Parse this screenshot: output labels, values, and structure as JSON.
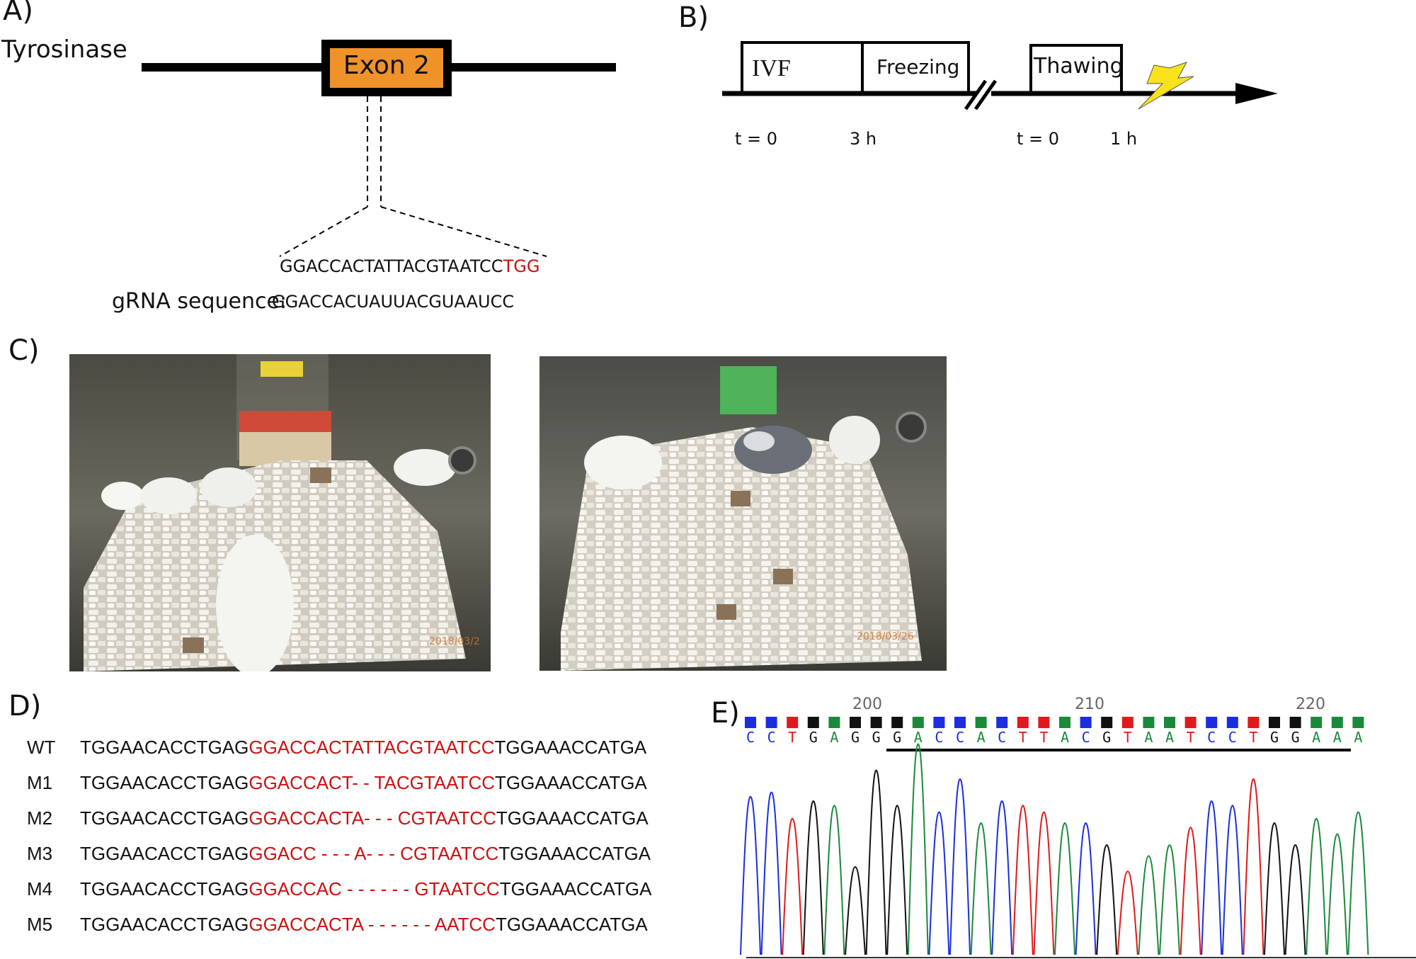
{
  "panels": {
    "a": {
      "label": "A)",
      "gene": "Tyrosinase",
      "exon": "Exon 2",
      "target_prefix": "GGACCACTATTACGTAATCC",
      "pam": "TGG",
      "grna_label": "gRNA sequence:",
      "grna": "GGACCACUAUUACGUAAUCC",
      "colors": {
        "exon_fill": "#f0922a",
        "pam": "#cc1111"
      }
    },
    "b": {
      "label": "B)",
      "boxes": [
        "IVF",
        "Freezing",
        "Thawing"
      ],
      "times": [
        "t = 0",
        "3 h",
        "t = 0",
        "1 h"
      ],
      "icon": "lightning-bolt-icon",
      "colors": {
        "bolt": "#f7e21b"
      }
    },
    "c": {
      "label": "C)",
      "photos": [
        {
          "name": "mouse-cage-photo-1",
          "date": "2018/03/2"
        },
        {
          "name": "mouse-cage-photo-2",
          "date": "2018/03/26"
        }
      ]
    },
    "d": {
      "label": "D)",
      "rows": [
        {
          "name": "WT",
          "left": "TGGAACACCTGAG",
          "mid": "GGACCACTATTACGTAATCC",
          "right": "TGGAAACCATGA"
        },
        {
          "name": "M1",
          "left": "TGGAACACCTGAG",
          "mid": "GGACCACT- - TACGTAATCC",
          "right": "TGGAAACCATGA"
        },
        {
          "name": "M2",
          "left": "TGGAACACCTGAG",
          "mid": "GGACCACTA- - - CGTAATCC",
          "right": "TGGAAACCATGA"
        },
        {
          "name": "M3",
          "left": "TGGAACACCTGAG",
          "mid": "GGACC - - - A- - - CGTAATCC",
          "right": "TGGAAACCATGA"
        },
        {
          "name": "M4",
          "left": "TGGAACACCTGAG",
          "mid": "GGACCAC - - - - - - GTAATCC",
          "right": "TGGAAACCATGA"
        },
        {
          "name": "M5",
          "left": "TGGAACACCTGAG",
          "mid": "GGACCACTA - - - - - - AATCC",
          "right": "TGGAAACCATGA"
        }
      ],
      "colors": {
        "target": "#cc1111"
      }
    },
    "e": {
      "label": "E)",
      "position_labels": [
        "200",
        "210",
        "220"
      ],
      "bases": [
        "C",
        "C",
        "T",
        "G",
        "A",
        "G",
        "G",
        "G",
        "A",
        "C",
        "C",
        "A",
        "C",
        "T",
        "T",
        "A",
        "C",
        "G",
        "T",
        "A",
        "A",
        "T",
        "C",
        "C",
        "T",
        "G",
        "G",
        "A",
        "A",
        "A"
      ],
      "colors": {
        "A": "#1a8a3a",
        "C": "#1a2ee0",
        "G": "#111111",
        "T": "#e01a1a"
      }
    }
  }
}
